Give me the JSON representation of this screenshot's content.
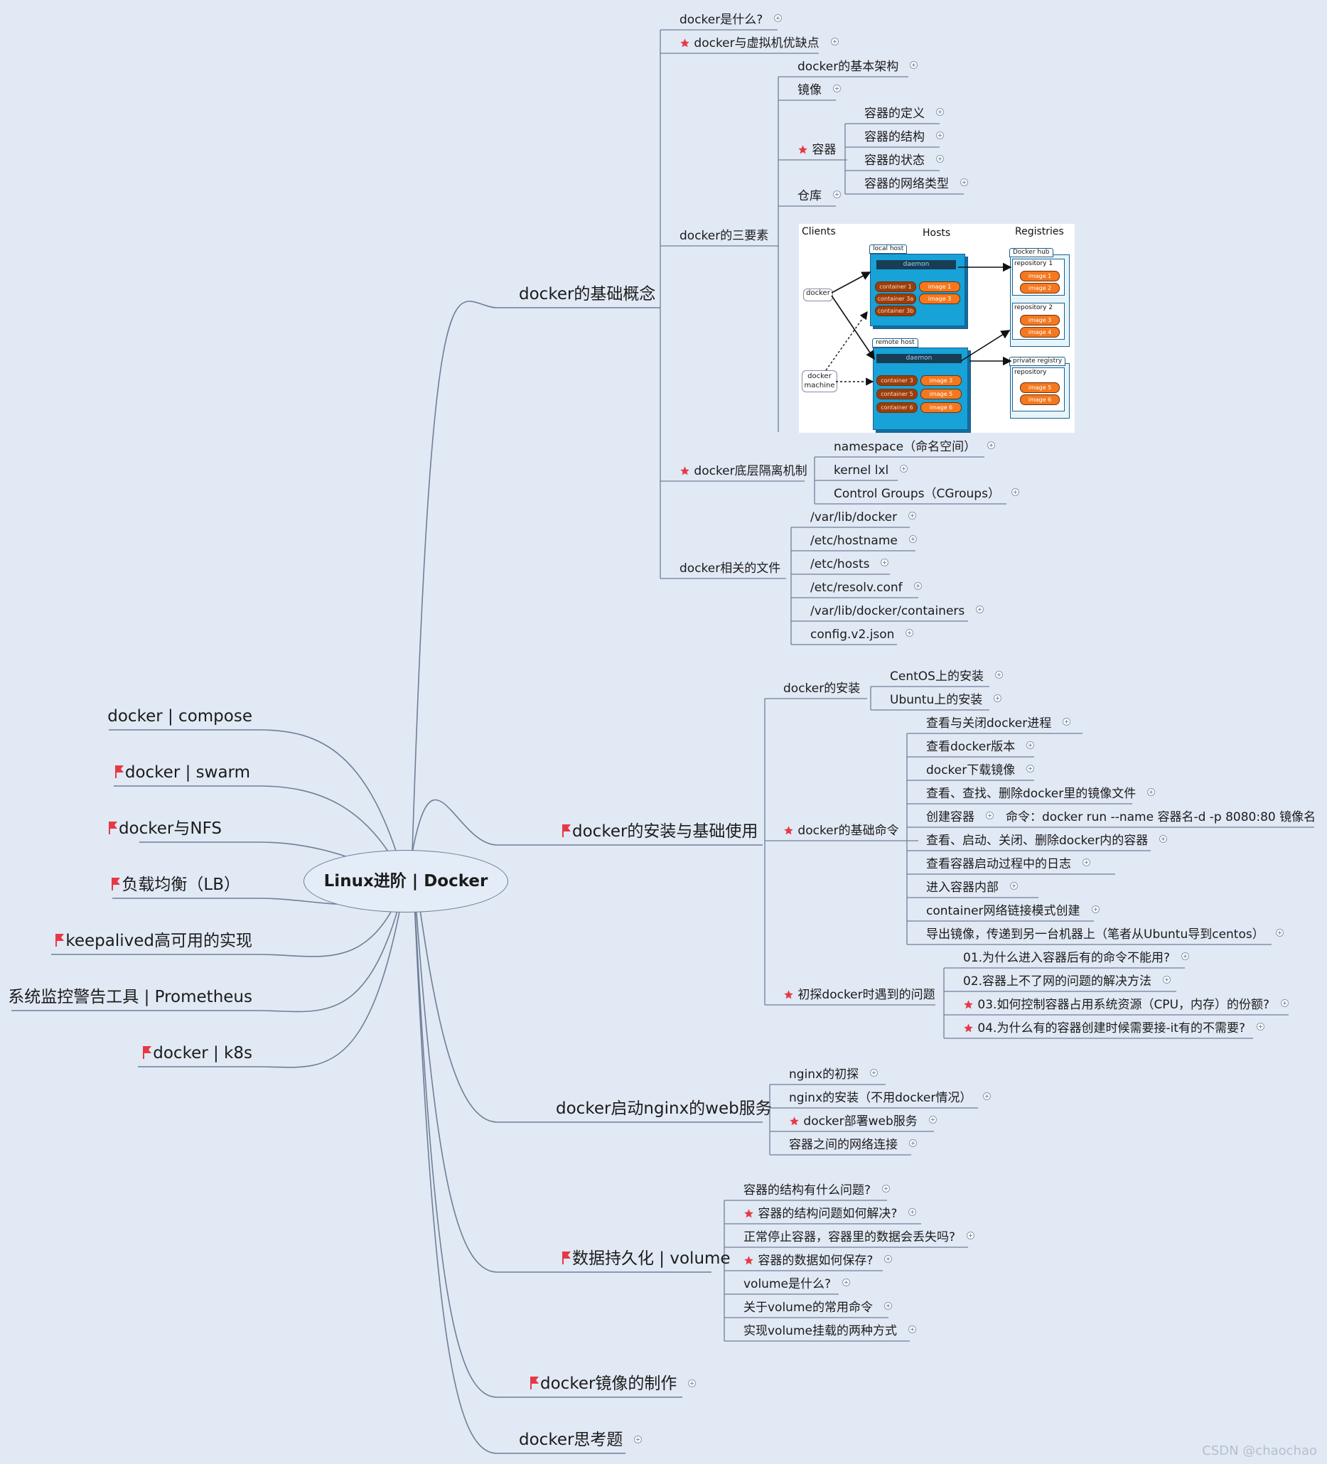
{
  "colors": {
    "branch": "#6f7f96",
    "star": "#e63946",
    "flag": "#e63946",
    "background": "#e1e9f5"
  },
  "root": {
    "label": "Linux进阶 | Docker"
  },
  "left": [
    {
      "label": "docker | compose",
      "icon": ""
    },
    {
      "label": "docker | swarm",
      "icon": "flag"
    },
    {
      "label": "docker与NFS",
      "icon": "flag"
    },
    {
      "label": "负载均衡（LB）",
      "icon": "flag"
    },
    {
      "label": "keepalived高可用的实现",
      "icon": "flag"
    },
    {
      "label": "系统监控警告工具 | Prometheus",
      "icon": ""
    },
    {
      "label": "docker | k8s",
      "icon": "flag"
    }
  ],
  "right": [
    {
      "label": "docker的基础概念",
      "icon": "",
      "children": [
        {
          "label": "docker是什么?",
          "icon": ""
        },
        {
          "label": "docker与虚拟机优缺点",
          "icon": "star"
        },
        {
          "label": "docker的三要素",
          "icon": "",
          "children": [
            {
              "label": "docker的基本架构",
              "icon": ""
            },
            {
              "label": "镜像",
              "icon": ""
            },
            {
              "label": "容器",
              "icon": "star",
              "children": [
                {
                  "label": "容器的定义",
                  "icon": ""
                },
                {
                  "label": "容器的结构",
                  "icon": ""
                },
                {
                  "label": "容器的状态",
                  "icon": ""
                },
                {
                  "label": "容器的网络类型",
                  "icon": ""
                }
              ]
            },
            {
              "label": "仓库",
              "icon": ""
            }
          ]
        },
        {
          "label": "docker底层隔离机制",
          "icon": "star",
          "children": [
            {
              "label": "namespace（命名空间）",
              "icon": ""
            },
            {
              "label": "kernel lxl",
              "icon": ""
            },
            {
              "label": "Control Groups（CGroups）",
              "icon": ""
            }
          ]
        },
        {
          "label": "docker相关的文件",
          "icon": "",
          "children": [
            {
              "label": "/var/lib/docker",
              "icon": ""
            },
            {
              "label": "/etc/hostname",
              "icon": ""
            },
            {
              "label": "/etc/hosts",
              "icon": ""
            },
            {
              "label": "/etc/resolv.conf",
              "icon": ""
            },
            {
              "label": "/var/lib/docker/containers",
              "icon": ""
            },
            {
              "label": "config.v2.json",
              "icon": ""
            }
          ]
        }
      ]
    },
    {
      "label": "docker的安装与基础使用",
      "icon": "flag",
      "children": [
        {
          "label": "docker的安装",
          "icon": "",
          "children": [
            {
              "label": "CentOS上的安装",
              "icon": ""
            },
            {
              "label": "Ubuntu上的安装",
              "icon": ""
            }
          ]
        },
        {
          "label": "docker的基础命令",
          "icon": "star",
          "children": [
            {
              "label": "查看与关闭docker进程",
              "icon": ""
            },
            {
              "label": "查看docker版本",
              "icon": ""
            },
            {
              "label": "docker下载镜像",
              "icon": ""
            },
            {
              "label": "查看、查找、删除docker里的镜像文件",
              "icon": ""
            },
            {
              "label": "创建容器",
              "icon": "",
              "note": "命令：docker run --name 容器名-d -p 8080:80 镜像名"
            },
            {
              "label": "查看、启动、关闭、删除docker内的容器",
              "icon": ""
            },
            {
              "label": "查看容器启动过程中的日志",
              "icon": ""
            },
            {
              "label": "进入容器内部",
              "icon": ""
            },
            {
              "label": "container网络链接模式创建",
              "icon": ""
            },
            {
              "label": "导出镜像，传递到另一台机器上（笔者从Ubuntu导到centos）",
              "icon": ""
            }
          ]
        },
        {
          "label": "初探docker时遇到的问题",
          "icon": "star",
          "children": [
            {
              "label": "01.为什么进入容器后有的命令不能用?",
              "icon": ""
            },
            {
              "label": "02.容器上不了网的问题的解决方法",
              "icon": ""
            },
            {
              "label": "03.如何控制容器占用系统资源（CPU，内存）的份额?",
              "icon": "star"
            },
            {
              "label": "04.为什么有的容器创建时候需要接-it有的不需要?",
              "icon": "star"
            }
          ]
        }
      ]
    },
    {
      "label": "docker启动nginx的web服务",
      "icon": "",
      "children": [
        {
          "label": "nginx的初探",
          "icon": ""
        },
        {
          "label": "nginx的安装（不用docker情况）",
          "icon": ""
        },
        {
          "label": "docker部署web服务",
          "icon": "star"
        },
        {
          "label": "容器之间的网络连接",
          "icon": ""
        }
      ]
    },
    {
      "label": "数据持久化 | volume",
      "icon": "flag",
      "children": [
        {
          "label": "容器的结构有什么问题?",
          "icon": ""
        },
        {
          "label": "容器的结构问题如何解决?",
          "icon": "star"
        },
        {
          "label": "正常停止容器，容器里的数据会丢失吗?",
          "icon": ""
        },
        {
          "label": "容器的数据如何保存?",
          "icon": "star"
        },
        {
          "label": "volume是什么?",
          "icon": ""
        },
        {
          "label": "关于volume的常用命令",
          "icon": ""
        },
        {
          "label": "实现volume挂载的两种方式",
          "icon": ""
        }
      ]
    },
    {
      "label": "docker镜像的制作",
      "icon": "flag"
    },
    {
      "label": "docker思考题",
      "icon": ""
    }
  ],
  "architecture_image": {
    "headers": [
      "Clients",
      "Hosts",
      "Registries"
    ],
    "clients": [
      "docker",
      "docker machine"
    ],
    "local_host": {
      "tab": "local host",
      "daemon": "daemon",
      "containers": [
        "container 1",
        "container 3a",
        "container 3b"
      ],
      "images": [
        "image 1",
        "image 3"
      ]
    },
    "remote_host": {
      "tab": "remote host",
      "daemon": "daemon",
      "containers": [
        "container 3",
        "container 5",
        "container 6"
      ],
      "images": [
        "image 3",
        "image 5",
        "image 6"
      ]
    },
    "docker_hub": {
      "tab": "Docker hub",
      "repos": [
        {
          "name": "repository 1",
          "images": [
            "image 1",
            "image 2"
          ]
        },
        {
          "name": "repository 2",
          "images": [
            "image 3",
            "image 4"
          ]
        }
      ]
    },
    "private_registry": {
      "tab": "private registry",
      "repo": "repository",
      "images": [
        "image 5",
        "image 6"
      ]
    }
  },
  "watermark": "CSDN @chaochao"
}
